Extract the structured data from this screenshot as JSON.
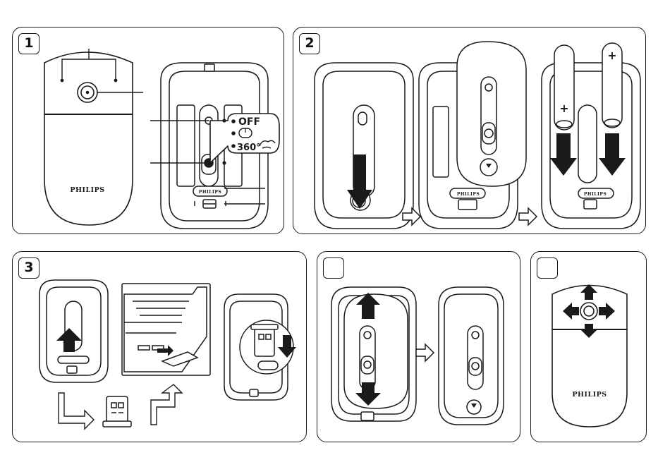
{
  "brand": "PHILIPS",
  "switch_labels": {
    "off": "OFF",
    "mode_360": "360°"
  },
  "steps": [
    {
      "number": "1"
    },
    {
      "number": "2"
    },
    {
      "number": "3"
    },
    {
      "number": ""
    },
    {
      "number": ""
    }
  ],
  "battery_polarity": "+",
  "icons": [
    "mouse-icon",
    "air-mouse-icon",
    "usb-receiver-icon",
    "laptop-icon",
    "battery-icon",
    "arrow-icon"
  ]
}
